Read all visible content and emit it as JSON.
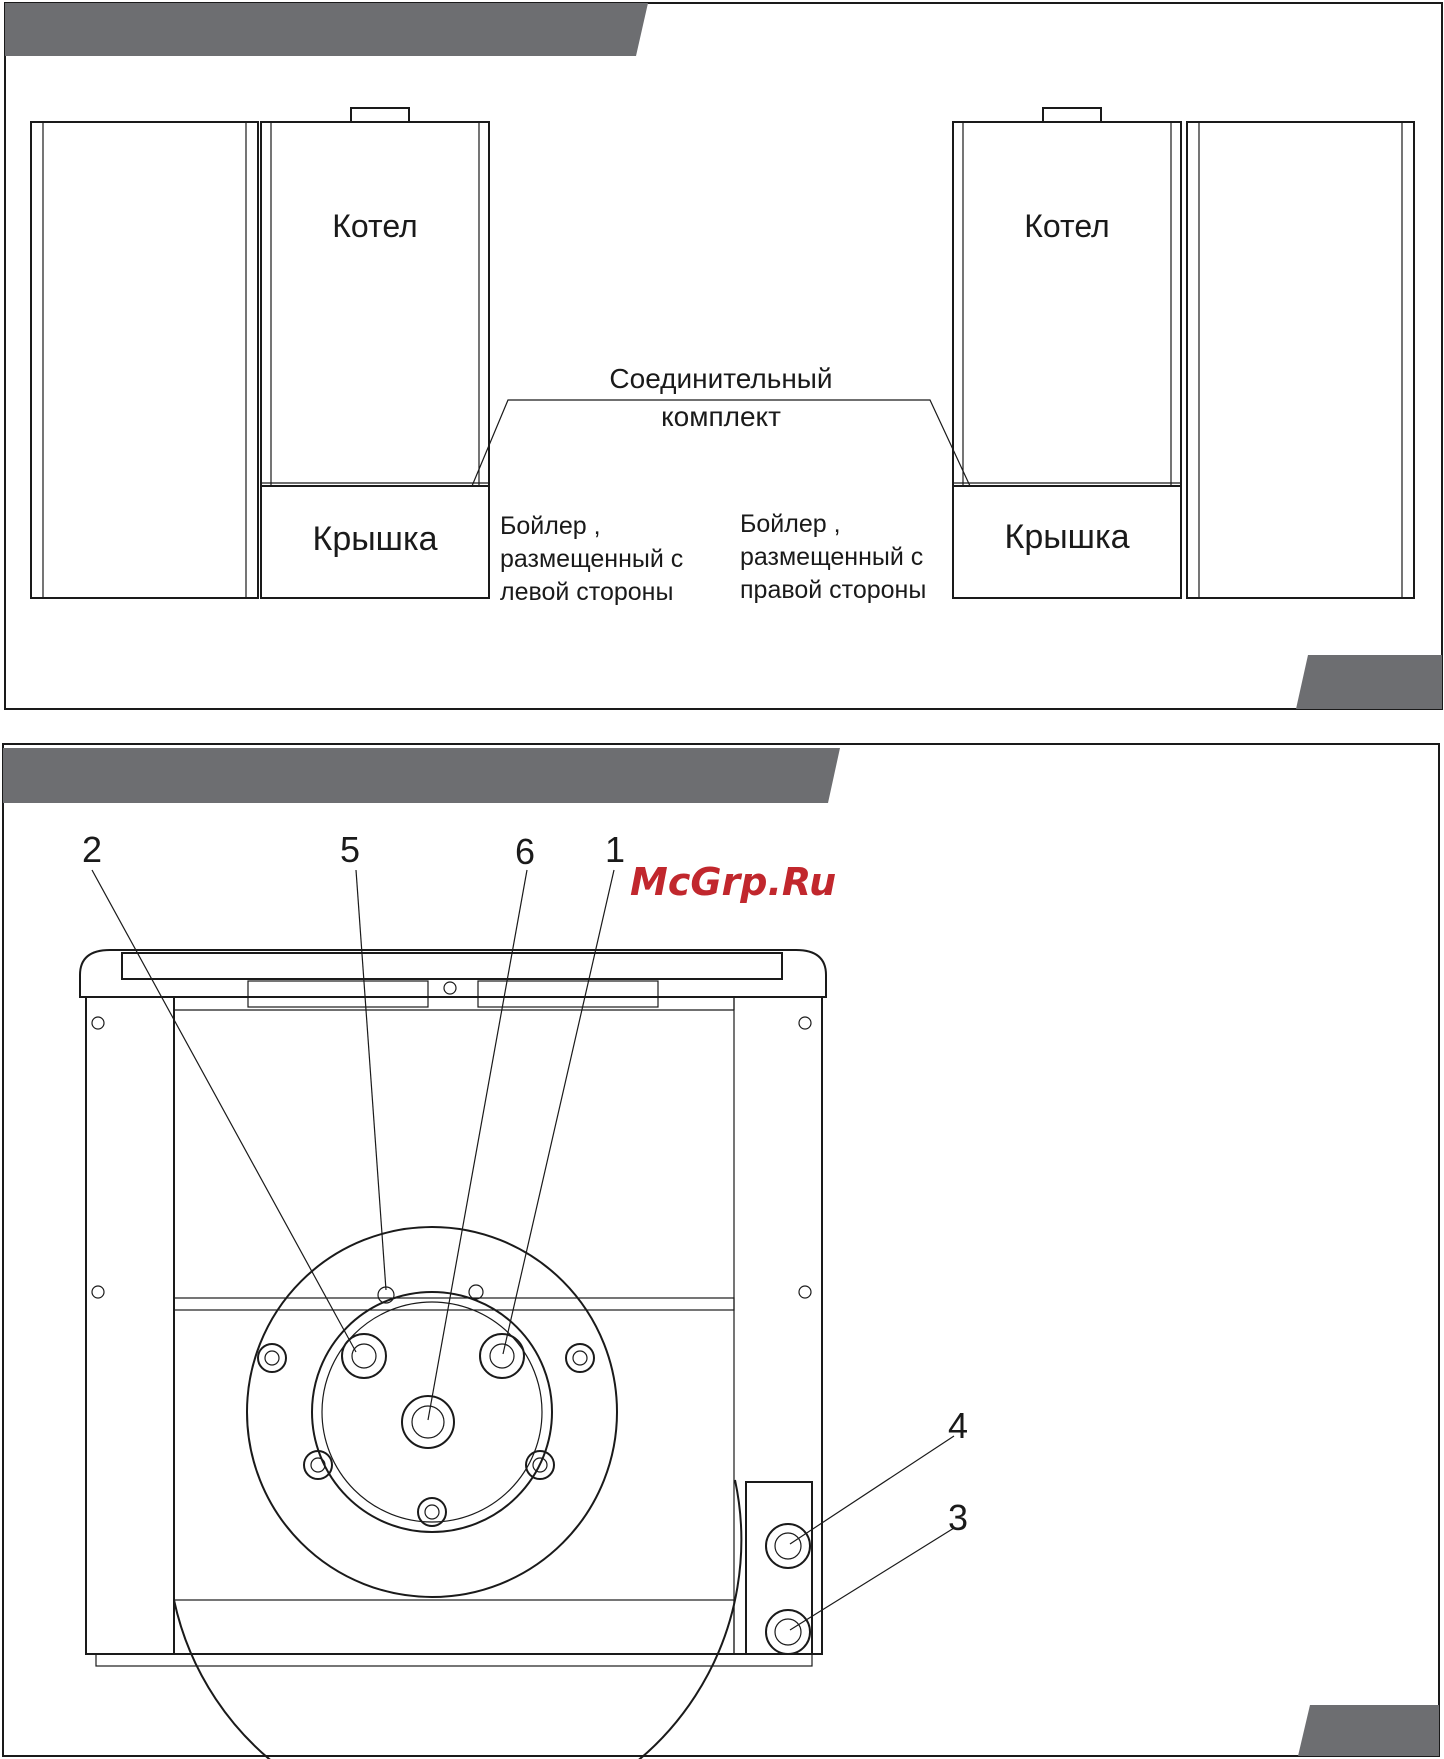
{
  "colors": {
    "header_band": "#6d6e71",
    "frame": "#1a1a1a",
    "watermark": "#c1272d"
  },
  "top_diagram": {
    "left_unit": {
      "boiler_label": "Котел",
      "cover_label": "Крышка",
      "caption": [
        "Бойлер ,",
        "размещенный с",
        "левой стороны"
      ]
    },
    "right_unit": {
      "boiler_label": "Котел",
      "cover_label": "Крышка",
      "caption": [
        "Бойлер ,",
        "размещенный с",
        "правой стороны"
      ]
    },
    "connection_kit": [
      "Соединительный",
      "комплект"
    ]
  },
  "bottom_diagram": {
    "callouts": [
      "2",
      "5",
      "6",
      "1",
      "4",
      "3"
    ],
    "watermark": "McGrp.Ru"
  }
}
